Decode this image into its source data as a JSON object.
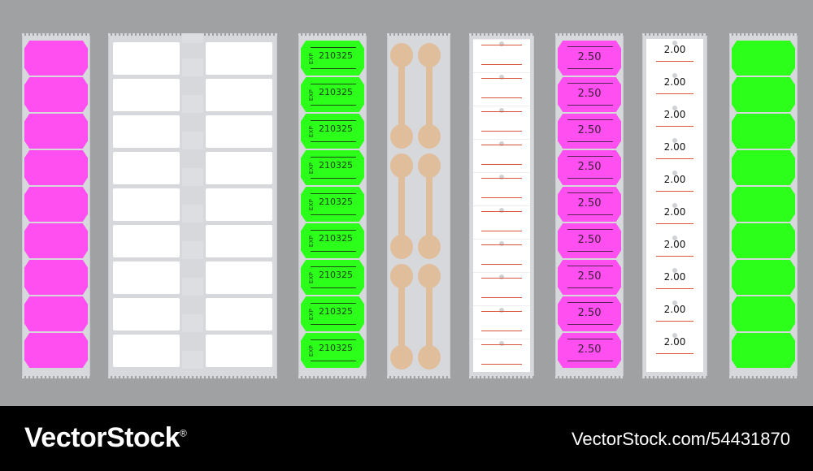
{
  "colors": {
    "background": "#a0a1a3",
    "backing": "#d6d8dc",
    "pink": "#ff4ff0",
    "green": "#2bff1a",
    "tan": "#e0be9c",
    "red_rule": "#d9553b",
    "footer": "#000000"
  },
  "green_exp_labels": {
    "prefix": "EXP",
    "code": "210325",
    "count": 9
  },
  "pink_price_labels": {
    "price": "2.50",
    "count": 9
  },
  "white_price_labels": {
    "price": "2.00",
    "count": 10
  },
  "footer": {
    "brand": "VectorStock",
    "brand_mark": "®",
    "image_id": "VectorStock.com/54431870"
  }
}
